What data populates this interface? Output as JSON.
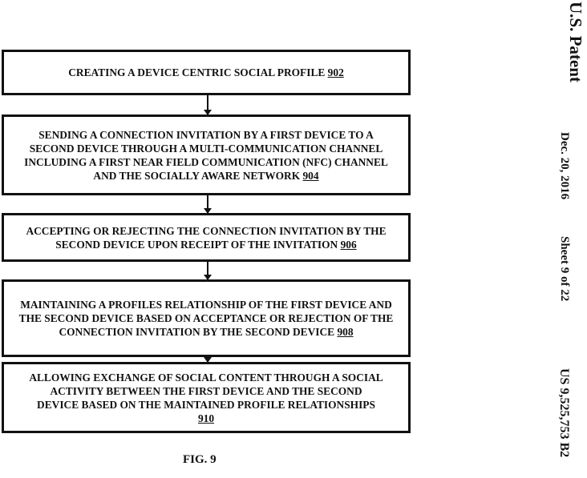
{
  "header": {
    "title": "U.S. Patent",
    "date": "Dec. 20, 2016",
    "sheet": "Sheet 9 of 22",
    "patent_number": "US 9,525,753 B2"
  },
  "steps": [
    {
      "text": "CREATING A DEVICE CENTRIC SOCIAL PROFILE",
      "ref": "902"
    },
    {
      "text": "SENDING A CONNECTION INVITATION BY A FIRST DEVICE TO A SECOND DEVICE THROUGH A MULTI-COMMUNICATION CHANNEL INCLUDING A FIRST NEAR FIELD COMMUNICATION (NFC) CHANNEL AND THE SOCIALLY AWARE NETWORK",
      "ref": "904"
    },
    {
      "text": "ACCEPTING OR REJECTING THE CONNECTION INVITATION BY THE SECOND DEVICE UPON RECEIPT OF THE INVITATION",
      "ref": "906"
    },
    {
      "text": "MAINTAINING A PROFILES RELATIONSHIP OF THE FIRST DEVICE AND THE SECOND DEVICE BASED ON ACCEPTANCE OR REJECTION OF THE CONNECTION INVITATION BY THE SECOND DEVICE",
      "ref": "908"
    },
    {
      "text": "ALLOWING EXCHANGE OF SOCIAL CONTENT THROUGH A SOCIAL ACTIVITY BETWEEN THE FIRST DEVICE AND THE SECOND DEVICE BASED ON THE MAINTAINED PROFILE RELATIONSHIPS",
      "ref": "910"
    }
  ],
  "figure_label": "FIG. 9"
}
